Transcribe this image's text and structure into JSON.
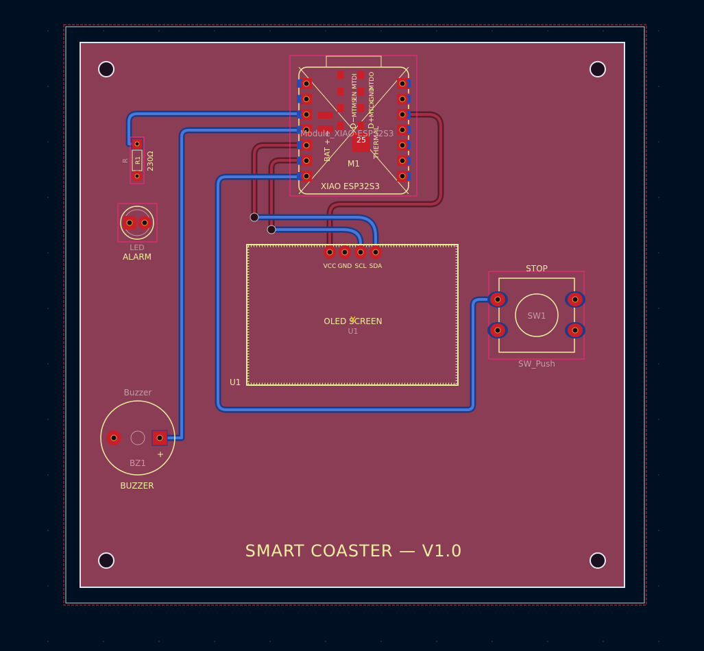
{
  "board": {
    "title": "SMART COASTER — V1.0",
    "colors": {
      "background": "#001023",
      "board_fill": "#8a3d55",
      "outline": "#e0e4ec",
      "courtyard": "#ff2680",
      "silkscreen": "#f2eda1",
      "fab_text": "#c89aa8",
      "trace_back": "#3a64c8",
      "trace_front": "#8e2a3e",
      "pad": "#c8202a",
      "drill": "#e8a030"
    }
  },
  "components": {
    "m1": {
      "ref": "M1",
      "value": "XIAO ESP32S3",
      "fab_name": "Module_XIAO-ESP32S3",
      "thermal_label": "THERMAL",
      "thermal_pad_number": "25",
      "bat_label": "BAT + −",
      "d_minus_label": "D−",
      "d_plus_label": "D+",
      "header_labels": [
        "MTDI",
        "MTDO",
        "EN",
        "GND",
        "MTMS",
        "MTCK"
      ]
    },
    "r1": {
      "ref": "R1",
      "fab_value": "R",
      "value": "230Ω"
    },
    "d1": {
      "fab_value": "LED",
      "label": "ALARM"
    },
    "u1": {
      "ref": "U1",
      "label": "OLED SCREEN",
      "pins": [
        "VCC",
        "GND",
        "SCL",
        "SDA"
      ]
    },
    "sw1": {
      "ref": "SW1",
      "value": "SW_Push",
      "label": "STOP"
    },
    "bz1": {
      "ref": "BZ1",
      "fab_value": "Buzzer",
      "label": "BUZZER",
      "plus": "+"
    }
  }
}
